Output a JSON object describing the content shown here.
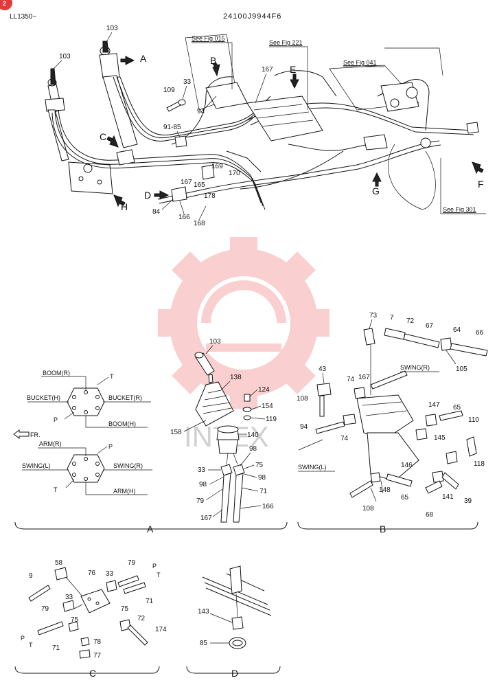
{
  "header": {
    "model": "LL1350~",
    "part_number": "24100J9944F6",
    "page_badge": "2"
  },
  "refs": {
    "fig015": "See Fig 015",
    "fig221": "See Fig 221",
    "fig041": "See Fig 041",
    "fig301": "See Fig 301"
  },
  "view_letters": {
    "A": "A",
    "B": "B",
    "C": "C",
    "D": "D",
    "E": "E",
    "F": "F",
    "G": "G",
    "H": "H"
  },
  "main_labels": {
    "l103a": "103",
    "l103b": "103",
    "l33": "33",
    "l109": "109",
    "l94": "94",
    "l9185": "91-85",
    "l167": "167",
    "l169": "169",
    "l170": "170",
    "l165": "165",
    "l178": "178",
    "l167b": "167",
    "l84": "84",
    "l166": "166",
    "l168": "168"
  },
  "detail_a": {
    "boom_r": "BOOM(R)",
    "t1": "T",
    "bucket_h": "BUCKET(H)",
    "bucket_r": "BUCKET(R)",
    "p1": "P",
    "boom_h": "BOOM(H)",
    "fr": "FR.",
    "arm_r": "ARM(R)",
    "p2": "P",
    "swing_l": "SWING(L)",
    "swing_r": "SWING(R)",
    "t2": "T",
    "arm_h": "ARM(H)",
    "n103": "103",
    "n138": "138",
    "n124": "124",
    "n154": "154",
    "n158": "158",
    "n119": "119",
    "n140": "140",
    "n98a": "98",
    "n75": "75",
    "n33": "33",
    "n98b": "98",
    "n98c": "98",
    "n79": "79",
    "n71": "71",
    "n166": "166",
    "n167": "167",
    "caption": "A"
  },
  "detail_b": {
    "n73": "73",
    "n7": "7",
    "n72": "72",
    "n67": "67",
    "n64": "64",
    "n66": "66",
    "n105": "105",
    "swing_r": "SWING(R)",
    "n43": "43",
    "n74a": "74",
    "n167": "167",
    "n108a": "108",
    "n147": "147",
    "n65a": "65",
    "n110": "110",
    "n94": "94",
    "n74b": "74",
    "n145": "145",
    "swing_l": "SWING(L)",
    "n146": "146",
    "n118": "118",
    "n148": "148",
    "n65b": "65",
    "n141": "141",
    "n39": "39",
    "n108b": "108",
    "n68": "68",
    "caption": "B"
  },
  "detail_c": {
    "n58": "58",
    "n9": "9",
    "n76": "76",
    "n33a": "33",
    "n79a": "79",
    "p": "P",
    "t": "T",
    "n33b": "33",
    "n75a": "75",
    "n71a": "71",
    "n79b": "79",
    "n72": "72",
    "n75b": "75",
    "n174": "174",
    "pl": "P",
    "tl": "T",
    "n71b": "71",
    "n78": "78",
    "n77": "77",
    "caption": "C"
  },
  "detail_d": {
    "n143": "143",
    "n85": "85",
    "caption": "D"
  },
  "watermark": {
    "text": "INTEX"
  }
}
